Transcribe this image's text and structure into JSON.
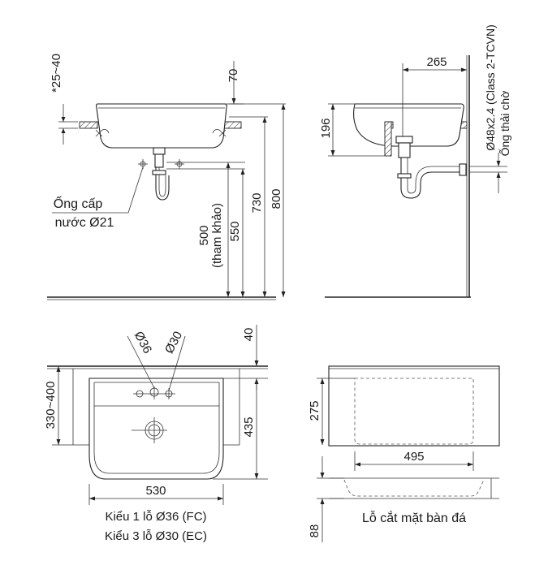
{
  "side_view": {
    "dim_wall_thickness": "*25~40",
    "dim_top": "70",
    "dim_drain_height": "500",
    "dim_drain_note": "(tham khảo)",
    "dim_550": "550",
    "dim_730": "730",
    "dim_800": "800",
    "supply_label_line1": "Ống cấp",
    "supply_label_line2": "nước Ø21"
  },
  "profile_view": {
    "dim_depth": "265",
    "dim_height": "196",
    "drain_spec": "Ø48x2.4 (Class 2-TCVN)",
    "drain_label": "Ống thải chờ"
  },
  "top_view": {
    "hole_36": "Ø36",
    "hole_30": "Ø30",
    "dim_40": "40",
    "dim_range": "330~400",
    "dim_435": "435",
    "dim_530": "530",
    "variant_fc": "Kiểu 1 lỗ Ø36 (FC)",
    "variant_ec": "Kiểu 3 lỗ Ø30 (EC)"
  },
  "cutout_view": {
    "dim_275": "275",
    "dim_495": "495",
    "dim_88": "88",
    "caption": "Lỗ cắt mặt bàn đá"
  }
}
